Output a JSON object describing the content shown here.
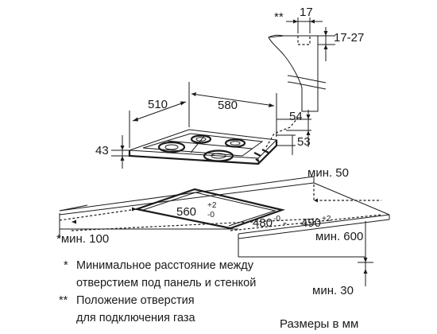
{
  "dimensions": {
    "d17": "17",
    "d17_27": "17-27",
    "d510": "510",
    "d580": "580",
    "d54": "54",
    "d43": "43",
    "d53": "53",
    "min50": "мин. 50",
    "d560": "560",
    "d560_tol_plus": "+2",
    "d560_tol_minus": "-0",
    "d480": "480",
    "d480_sup": "-0",
    "dash_sep": " - ",
    "d490": "490",
    "d490_sup": "+2",
    "min100": "*мин. 100",
    "min600": "мин. 600",
    "min30": "мин. 30",
    "double_star": "**"
  },
  "notes": {
    "note1_marker": "*",
    "note1_line1": "Минимальное расстояние между",
    "note1_line2": "отверстием под панель и стенкой",
    "note2_marker": "**",
    "note2_line1": "Положение отверстия",
    "note2_line2": "для подключения газа"
  },
  "units_caption": "Размеры в мм"
}
